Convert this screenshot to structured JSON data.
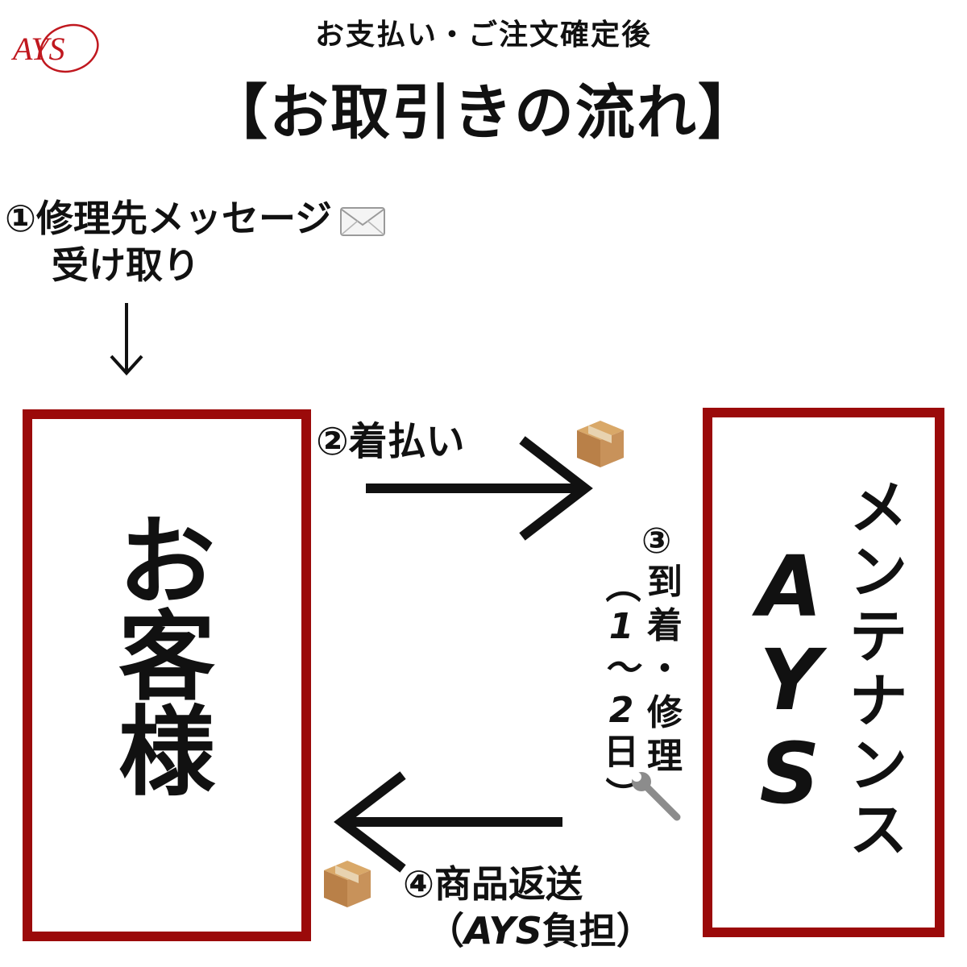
{
  "logo": {
    "text": "AYS",
    "color": "#c0181f"
  },
  "header": {
    "subtitle": "お支払い・ご注文確定後",
    "title": "【お取引きの流れ】"
  },
  "step1": {
    "line1": "①修理先メッセージ",
    "line2": "受け取り",
    "icon": "envelope-icon",
    "arrow": "↓"
  },
  "customer": {
    "label": "お客様"
  },
  "ays": {
    "maintenance": "メンテナンス",
    "name": "AYS"
  },
  "step2": {
    "label": "②着払い",
    "icon": "package-icon"
  },
  "step3": {
    "number": "③",
    "label": "到着・修理",
    "paren_open": "（",
    "duration": "1〜2",
    "day": "日",
    "paren_close": "）",
    "icon": "wrench-icon"
  },
  "step4": {
    "line1": "④商品返送",
    "line2_open": "（",
    "line2_italic": "AYS",
    "line2_rest": "負担）",
    "icon": "package-icon"
  },
  "colors": {
    "box_border": "#9b0a0a",
    "text": "#111111"
  }
}
